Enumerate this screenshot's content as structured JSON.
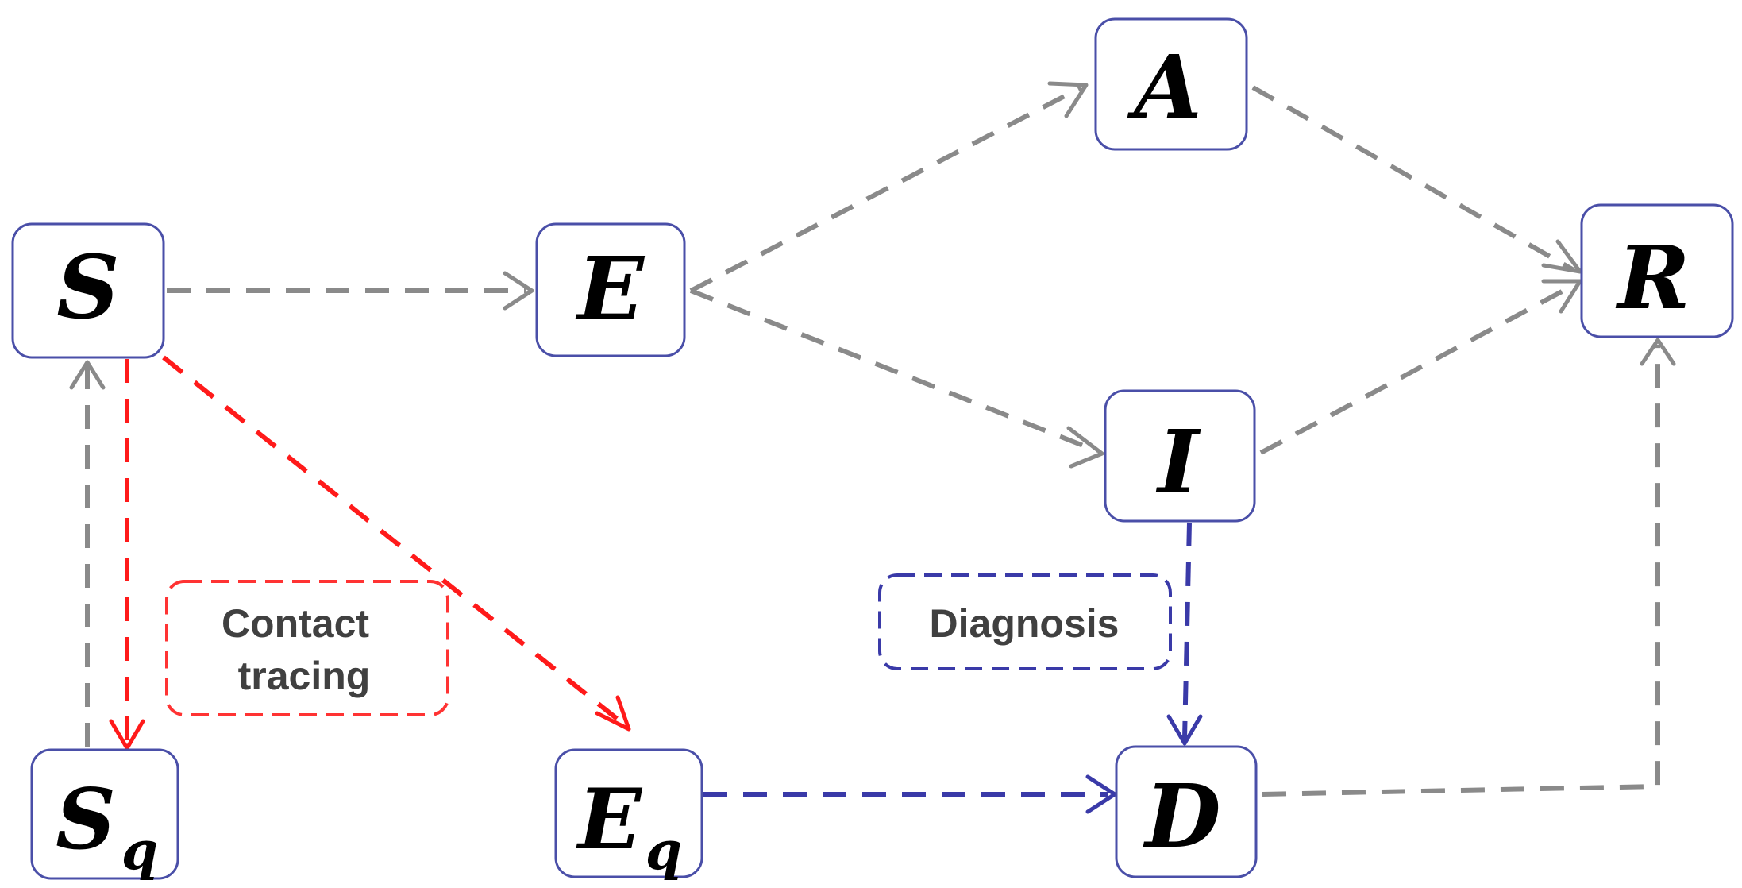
{
  "colors": {
    "grey_arrow": "#8a8a8a",
    "red_arrow": "#ff1a1a",
    "blue_arrow": "#3a3aa8",
    "node_border": "#4a4fa8",
    "red_label_border": "#ff3333",
    "blue_label_border": "#3a3aa8",
    "label_text": "#404040"
  },
  "nodes": {
    "S": {
      "letter": "S"
    },
    "E": {
      "letter": "E"
    },
    "A": {
      "letter": "A"
    },
    "R": {
      "letter": "R"
    },
    "I": {
      "letter": "I"
    },
    "Sq": {
      "letter": "S",
      "subscript": "q"
    },
    "Eq": {
      "letter": "E",
      "subscript": "q"
    },
    "D": {
      "letter": "D"
    }
  },
  "labels": {
    "contact_tracing": {
      "line1": "Contact",
      "line2": "tracing"
    },
    "diagnosis": {
      "text": "Diagnosis"
    }
  },
  "edges": [
    {
      "from": "S",
      "to": "E",
      "color": "grey"
    },
    {
      "from": "E",
      "to": "A",
      "color": "grey"
    },
    {
      "from": "E",
      "to": "I",
      "color": "grey"
    },
    {
      "from": "A",
      "to": "R",
      "color": "grey"
    },
    {
      "from": "I",
      "to": "R",
      "color": "grey"
    },
    {
      "from": "Sq",
      "to": "S",
      "color": "grey"
    },
    {
      "from": "S",
      "to": "Sq",
      "color": "red"
    },
    {
      "from": "S",
      "to": "Eq",
      "color": "red"
    },
    {
      "from": "I",
      "to": "D",
      "color": "blue"
    },
    {
      "from": "Eq",
      "to": "D",
      "color": "blue"
    },
    {
      "from": "D",
      "to": "R",
      "color": "grey"
    }
  ]
}
